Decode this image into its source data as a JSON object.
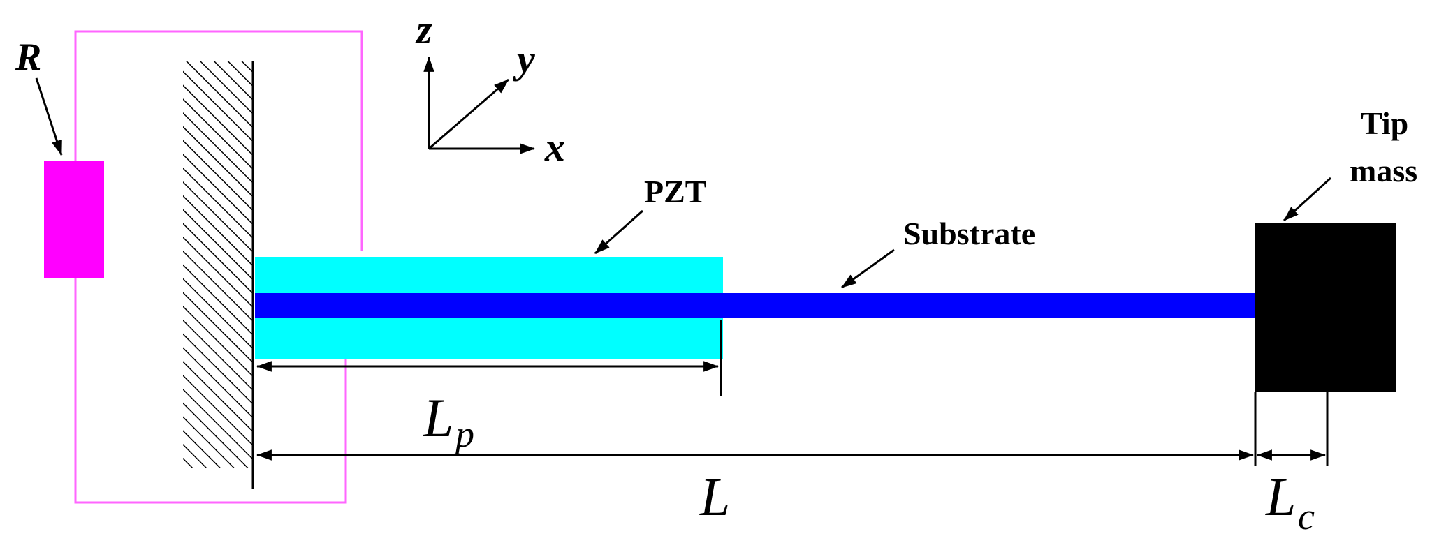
{
  "colors": {
    "circuit_wire": "#ff66ff",
    "resistor": "#ff00ff",
    "pzt": "#00ffff",
    "substrate": "#0000ff",
    "tip_mass": "#000000",
    "ink": "#000000"
  },
  "labels": {
    "resistor": "R",
    "pzt": "PZT",
    "substrate": "Substrate",
    "tip_mass_line1": "Tip",
    "tip_mass_line2": "mass"
  },
  "axes": {
    "x": "x",
    "y": "y",
    "z": "z"
  },
  "dimensions": {
    "piezo_length_main": "L",
    "piezo_length_sub": "p",
    "beam_length": "L",
    "tip_length_main": "L",
    "tip_length_sub": "c"
  }
}
